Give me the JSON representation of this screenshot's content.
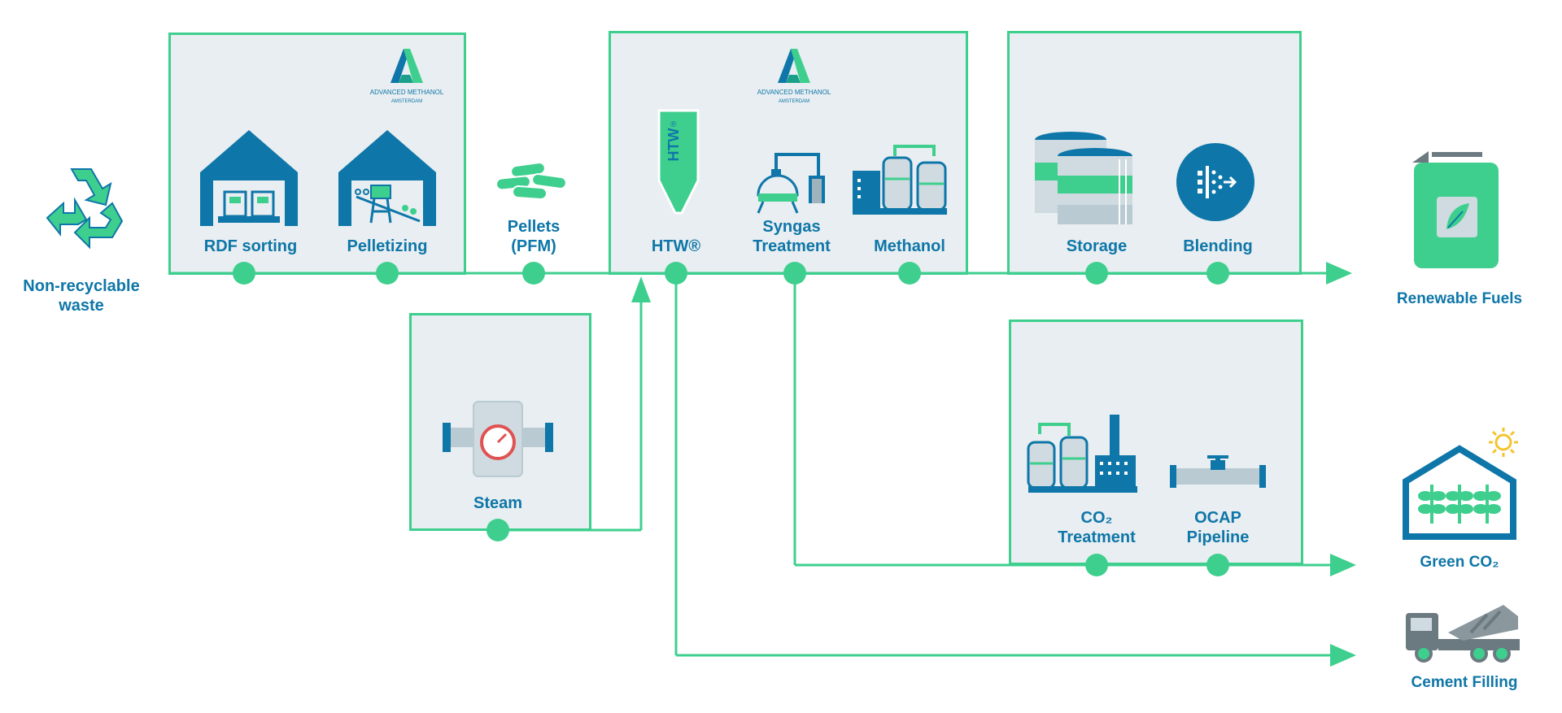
{
  "brand": {
    "logo_line1": "ADVANCED METHANOL",
    "logo_line2": "AMSTERDAM"
  },
  "colors": {
    "flow_green": "#3ecf8e",
    "label_blue": "#0e76a8",
    "box_fill": "#e8eef1"
  },
  "nodes": {
    "waste": {
      "line1": "Non-recyclable",
      "line2": "waste",
      "icon": "recycle-icon"
    },
    "rdf_sorting": {
      "label": "RDF sorting",
      "icon": "warehouse-sorting-icon"
    },
    "pelletizing": {
      "label": "Pelletizing",
      "icon": "warehouse-pelletizing-icon"
    },
    "pellets": {
      "line1": "Pellets",
      "line2": "(PFM)",
      "icon": "pellets-icon"
    },
    "htw": {
      "label": "HTW®",
      "icon_text": "HTW",
      "icon_mark": "®",
      "icon": "htw-gasifier-icon"
    },
    "syngas": {
      "line1": "Syngas",
      "line2": "Treatment",
      "icon": "syngas-plant-icon"
    },
    "methanol": {
      "label": "Methanol",
      "icon": "methanol-plant-icon"
    },
    "storage": {
      "label": "Storage",
      "icon": "storage-tanks-icon"
    },
    "blending": {
      "label": "Blending",
      "icon": "blending-icon"
    },
    "steam": {
      "label": "Steam",
      "icon": "steam-valve-icon"
    },
    "co2_treatment": {
      "line1": "CO₂",
      "line2": "Treatment",
      "icon": "co2-plant-icon"
    },
    "ocap": {
      "line1": "OCAP",
      "line2": "Pipeline",
      "icon": "pipeline-icon"
    }
  },
  "outputs": {
    "renewable_fuels": {
      "label": "Renewable Fuels",
      "icon": "jerrycan-leaf-icon"
    },
    "green_co2": {
      "label": "Green CO₂",
      "icon": "greenhouse-icon"
    },
    "cement_filling": {
      "label": "Cement Filling",
      "icon": "cement-truck-icon"
    }
  }
}
